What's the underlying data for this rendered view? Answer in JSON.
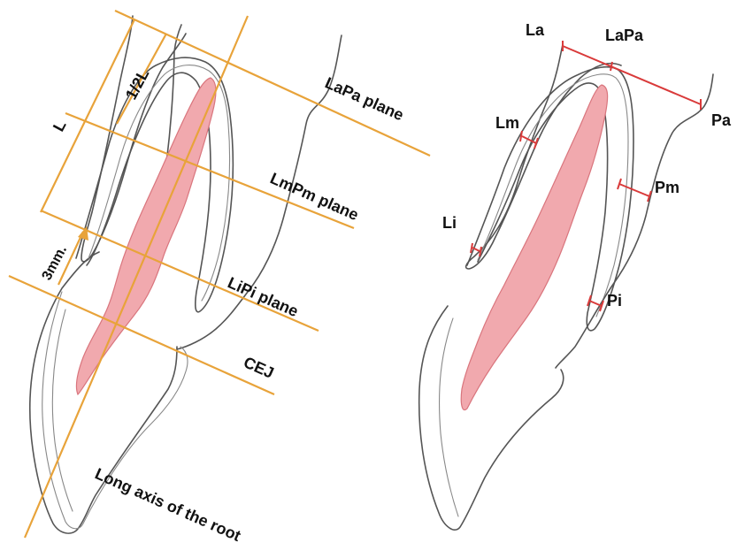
{
  "colors": {
    "plane_line": "#E8A33A",
    "measure_line": "#D93A3A",
    "pulp_fill": "#F1A9AE",
    "pulp_stroke": "#D9757D",
    "tooth_outline": "#555555"
  },
  "left_panel": {
    "labels": {
      "lapa_plane": "LaPa plane",
      "lmpm_plane": "LmPm plane",
      "lipi_plane": "LiPi plane",
      "cej": "CEJ",
      "long_axis": "Long axis of the root",
      "length": "L",
      "half_length": "1/2L",
      "three_mm": "3mm."
    }
  },
  "right_panel": {
    "labels": {
      "la": "La",
      "lapa": "LaPa",
      "pa": "Pa",
      "lm": "Lm",
      "pm": "Pm",
      "li": "Li",
      "pi": "Pi"
    }
  }
}
